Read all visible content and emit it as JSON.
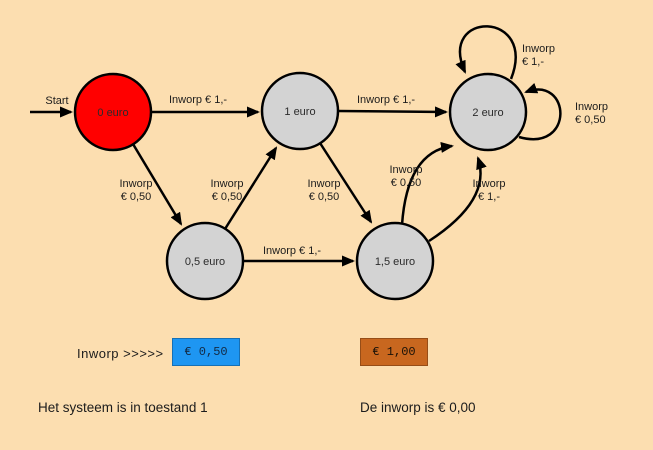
{
  "colors": {
    "background": "#FCDEB0",
    "state_fill": "#D3D3D3",
    "active_state_fill": "#FF0000",
    "coin_half_button": "#1E96F2",
    "coin_one_button": "#C8671F"
  },
  "diagram": {
    "start_label": "Start",
    "states": [
      {
        "label": "0 euro",
        "active": true
      },
      {
        "label": "1 euro",
        "active": false
      },
      {
        "label": "2 euro",
        "active": false
      },
      {
        "label": "0,5 euro",
        "active": false
      },
      {
        "label": "1,5 euro",
        "active": false
      }
    ],
    "edges": {
      "zero_to_one": "Inworp € 1,-",
      "one_to_two": "Inworp € 1,-",
      "half_to_oneandhalf": "Inworp € 1,-",
      "loop_two_one": {
        "line1": "Inworp",
        "line2": "€ 1,-"
      },
      "loop_two_half": {
        "line1": "Inworp",
        "line2": "€ 0,50"
      },
      "zero_to_half": {
        "line1": "Inworp",
        "line2": "€ 0,50"
      },
      "half_to_one": {
        "line1": "Inworp",
        "line2": "€ 0,50"
      },
      "one_to_oneandhalf": {
        "line1": "Inworp",
        "line2": "€ 0,50"
      },
      "oneandhalf_to_two_half": {
        "line1": "Inworp",
        "line2": "€ 0,50"
      },
      "oneandhalf_to_two_one": {
        "line1": "Inworp",
        "line2": "€ 1,-"
      }
    }
  },
  "controls": {
    "inworp_label": "Inworp  >>>>>",
    "coin_half": "€ 0,50",
    "coin_one": "€ 1,00"
  },
  "status": {
    "system_state": "Het systeem is in toestand 1",
    "inworp_amount": "De inworp is € 0,00"
  }
}
